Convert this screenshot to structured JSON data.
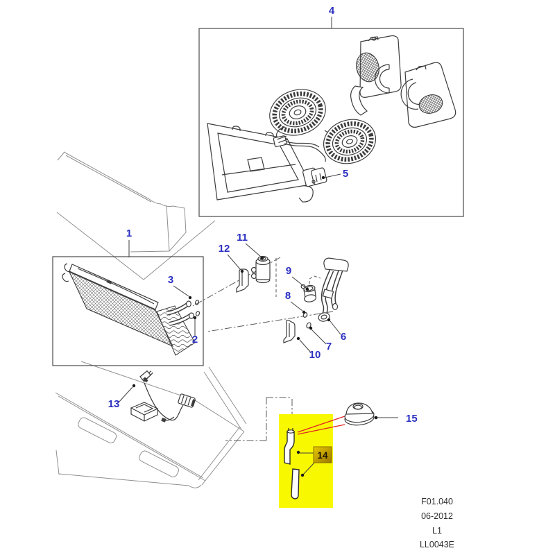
{
  "figure": {
    "callouts": {
      "p1": "1",
      "p2": "2",
      "p3": "3",
      "p4": "4",
      "p5": "5",
      "p6": "6",
      "p7": "7",
      "p8": "8",
      "p9": "9",
      "p10": "10",
      "p11": "11",
      "p12": "12",
      "p13": "13",
      "p14": "14",
      "p15": "15"
    },
    "selected_callout": "p14",
    "footer": {
      "figure_code": "F01.040",
      "revision_date": "06-2012",
      "sheet": "L1",
      "drawing_code": "LL0043E"
    },
    "colors": {
      "callout_blue": "#2b2fc0",
      "highlight_yellow": "#f8f801",
      "selected_tag_gold": "#c79d17",
      "red_leader": "#e02424",
      "part_line": "#3c3c3c",
      "background_line": "#8f8f8f"
    }
  }
}
